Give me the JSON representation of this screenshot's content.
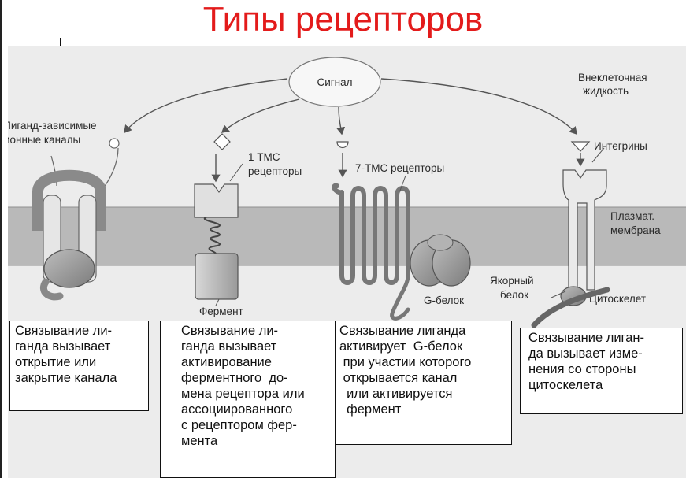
{
  "title": "Типы рецепторов",
  "diagram": {
    "signal": "Сигнал",
    "extracellular": [
      "Внеклеточная",
      "жидкость"
    ],
    "ligand_channel": [
      "Лиганд-зависимые",
      "ионные каналы"
    ],
    "tmc1": [
      "1 ТМС",
      "рецепторы"
    ],
    "tmc7": "7-ТМС рецепторы",
    "integrins": "Интегрины",
    "membrane": [
      "Плазмат.",
      "мембрана"
    ],
    "enzyme": "Фермент",
    "g_protein": "G-белок",
    "anchor": [
      "Якорный",
      "белок"
    ],
    "cytoskeleton": "Цитоскелет"
  },
  "boxes": [
    {
      "lines": [
        "Связывание ли-",
        "ганда вызывает",
        "открытие или",
        "закрытие канала"
      ]
    },
    {
      "lines": [
        "Связывание ли-",
        "ганда вызывает",
        "активирование",
        "ферментного  до-",
        "мена рецептора или",
        "ассоциированного",
        "с рецептором фер-",
        "мента"
      ]
    },
    {
      "lines": [
        "Связывание лиганда",
        "активирует  G-белок",
        " при участии которого",
        " открывается канал",
        "  или активируется",
        "  фермент"
      ]
    },
    {
      "lines": [
        "Связывание лиган-",
        "да вызывает изме-",
        "нения со стороны",
        "цитоскелета"
      ]
    }
  ],
  "colors": {
    "title": "#e31b1b",
    "membrane": "#b9b9b9",
    "background": "#ececec"
  }
}
